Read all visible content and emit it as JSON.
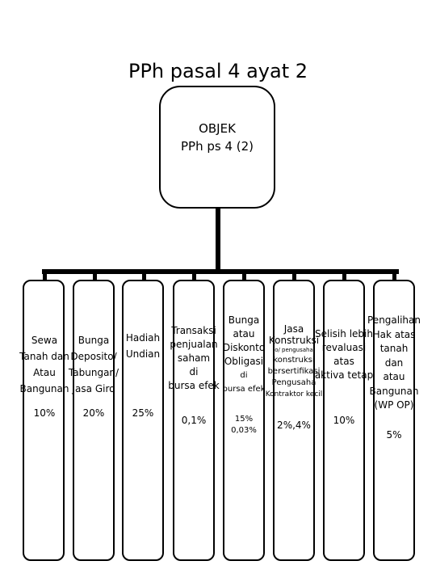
{
  "title": "PPh pasal 4 ayat 2",
  "root": {
    "line1": "OBJEK",
    "line2": "PPh ps 4 (2)"
  },
  "items": [
    {
      "lines": [
        "Sewa",
        "Tanah dan",
        "Atau",
        "Bangunan"
      ],
      "rate": "10%"
    },
    {
      "lines": [
        "Bunga",
        "Deposito/",
        "Tabungan/",
        "Jasa Giro"
      ],
      "rate": "20%"
    },
    {
      "lines": [
        "Hadiah",
        "Undian"
      ],
      "rate": "25%"
    },
    {
      "lines": [
        "Transaksi",
        "penjualan",
        "saham",
        "di",
        "bursa efek"
      ],
      "rate": "0,1%"
    },
    {
      "lines": [
        "Bunga",
        "atau",
        "Diskonto",
        "Obligasi",
        "di",
        "bursa efek"
      ],
      "rate": "15%",
      "rate2": "0,03%"
    },
    {
      "lines": [
        "Jasa",
        "Konstruksi",
        "o/ pengusaha",
        "konstruksi",
        "bersertifikasi",
        "Pengusaha",
        "Kontraktor kecil"
      ],
      "rate": "2%,4%"
    },
    {
      "lines": [
        "Selisih lebih",
        "revaluasi",
        "atas",
        "aktiva tetap"
      ],
      "rate": "10%"
    },
    {
      "lines": [
        "Pengalihan",
        "Hak atas",
        "tanah",
        "dan",
        "atau",
        "Bangunan",
        "(WP OP)"
      ],
      "rate": "5%"
    }
  ]
}
